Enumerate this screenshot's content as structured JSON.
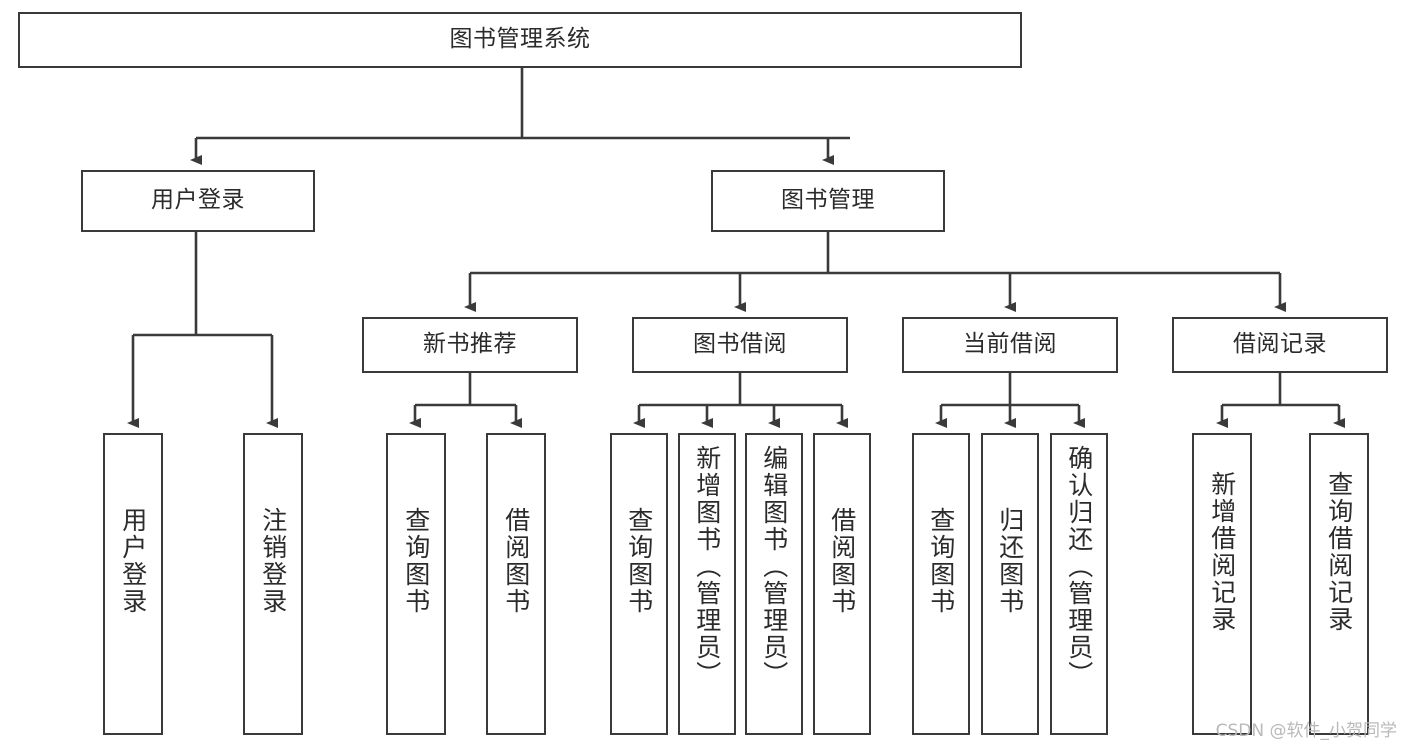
{
  "diagram": {
    "title": "图书管理系统",
    "type": "功能结构图",
    "root": {
      "label": "图书管理系统"
    },
    "level2": [
      {
        "label": "用户登录"
      },
      {
        "label": "图书管理"
      }
    ],
    "level3": [
      {
        "label": "新书推荐"
      },
      {
        "label": "图书借阅"
      },
      {
        "label": "当前借阅"
      },
      {
        "label": "借阅记录"
      }
    ],
    "leaves": {
      "user_login": [
        {
          "label": "用户登录"
        },
        {
          "label": "注销登录"
        }
      ],
      "new_book_recommend": [
        {
          "label": "查询图书"
        },
        {
          "label": "借阅图书"
        }
      ],
      "book_borrow": [
        {
          "label": "查询图书"
        },
        {
          "label": "新增图书（管理员）"
        },
        {
          "label": "编辑图书（管理员）"
        },
        {
          "label": "借阅图书"
        }
      ],
      "current_borrow": [
        {
          "label": "查询图书"
        },
        {
          "label": "归还图书"
        },
        {
          "label": "确认归还（管理员）"
        }
      ],
      "borrow_record": [
        {
          "label": "新增借阅记录"
        },
        {
          "label": "查询借阅记录"
        }
      ]
    }
  },
  "watermark": {
    "text": "CSDN @软件_小贺同学"
  },
  "colors": {
    "stroke": "#3a3a3a",
    "text": "#2b2b2b",
    "background": "#ffffff",
    "watermark": "#b9b9b9"
  }
}
